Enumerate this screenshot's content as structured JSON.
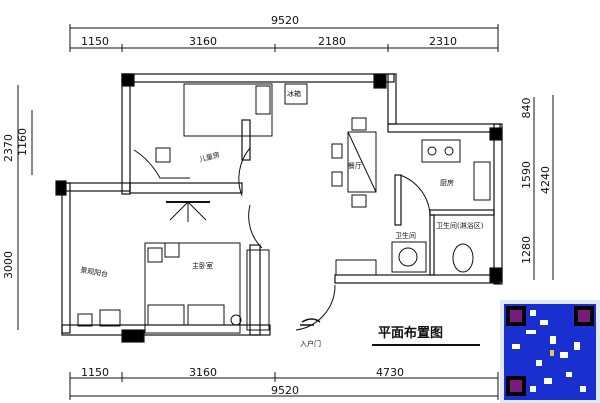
{
  "dimensions": {
    "top_total": "9520",
    "top": [
      "1150",
      "3160",
      "2180",
      "2310"
    ],
    "bottom_total": "9520",
    "bottom": [
      "1150",
      "3160",
      "4730"
    ],
    "left": [
      "2370",
      "1160",
      "3000"
    ],
    "right": [
      "840",
      "1590",
      "4240",
      "1280"
    ]
  },
  "rooms": {
    "kids_room": "儿童房",
    "dining": "餐厅",
    "kitchen": "厨房",
    "fridge": "冰箱",
    "bath1": "卫生间",
    "bath2": "卫生间(淋浴区)",
    "master": "主卧室",
    "balcony": "景观阳台",
    "entrance": "入户门"
  },
  "title": "平面布置图",
  "colors": {
    "line": "#111111",
    "qr_blue": "#1a2fd0",
    "qr_purple": "#7a1a7a"
  }
}
